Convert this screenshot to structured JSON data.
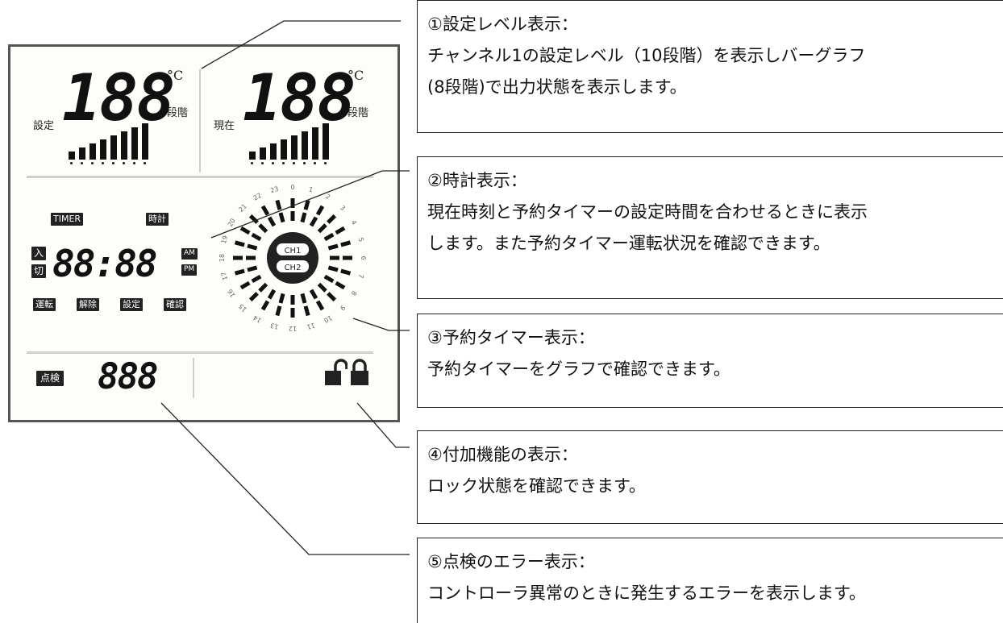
{
  "lcd": {
    "set_label": "設定",
    "cur_label": "現在",
    "set_digits": "188",
    "cur_digits": "188",
    "unit_c": "°C",
    "unit_step": "段階",
    "bar_levels_set": 8,
    "bar_levels_cur": 8,
    "timer_label": "TIMER",
    "clock_label": "時計",
    "on_label": "入",
    "off_label": "切",
    "clock_digits": "88:88",
    "am_label": "AM",
    "pm_label": "PM",
    "mode_buttons": [
      "運転",
      "解除",
      "設定",
      "確認"
    ],
    "ch1_label": "CH1",
    "ch2_label": "CH2",
    "dial_hours": [
      "0",
      "1",
      "2",
      "3",
      "4",
      "5",
      "6",
      "7",
      "8",
      "9",
      "10",
      "11",
      "12",
      "13",
      "14",
      "15",
      "16",
      "17",
      "18",
      "19",
      "20",
      "21",
      "22",
      "23"
    ],
    "inspect_label": "点検",
    "inspect_digits": "888",
    "lock_icons": [
      "unlocked-icon",
      "locked-icon"
    ]
  },
  "annotations": [
    {
      "title": "①設定レベル表示：",
      "lines": [
        "チャンネル1の設定レベル（10段階）を表示しバーグラフ",
        "(8段階)で出力状態を表示します。"
      ]
    },
    {
      "title": "②時計表示：",
      "lines": [
        "現在時刻と予約タイマーの設定時間を合わせるときに表示",
        "します。また予約タイマー運転状況を確認できます。"
      ]
    },
    {
      "title": "③予約タイマー表示：",
      "lines": [
        "予約タイマーをグラフで確認できます。"
      ]
    },
    {
      "title": "④付加機能の表示：",
      "lines": [
        "ロック状態を確認できます。"
      ]
    },
    {
      "title": "⑤点検のエラー表示：",
      "lines": [
        "コントローラ異常のときに発生するエラーを表示します。"
      ]
    }
  ]
}
